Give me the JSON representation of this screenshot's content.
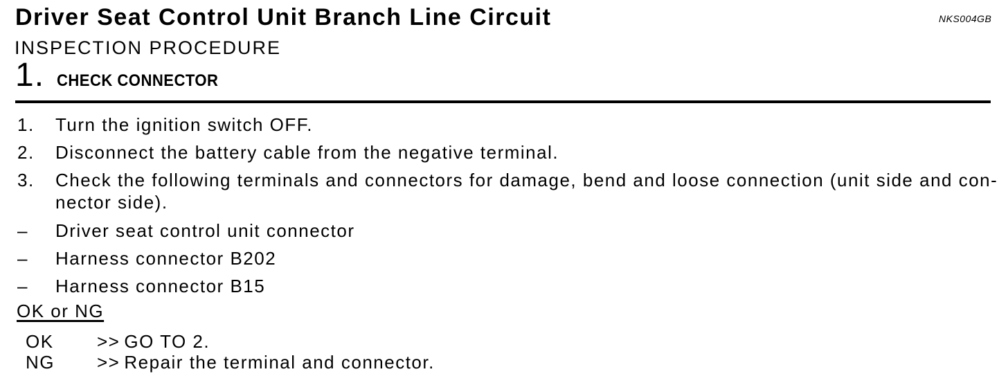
{
  "page": {
    "title": "Driver Seat Control Unit Branch Line Circuit",
    "code": "NKS004GB",
    "subtitle": "INSPECTION PROCEDURE",
    "step_heading": {
      "number": "1.",
      "label": "CHECK CONNECTOR"
    }
  },
  "procedure": {
    "steps": [
      {
        "marker": "1.",
        "lines": [
          "Turn the ignition switch OFF."
        ]
      },
      {
        "marker": "2.",
        "lines": [
          "Disconnect the battery cable from the negative terminal."
        ]
      },
      {
        "marker": "3.",
        "lines": [
          "Check the following terminals and connectors for damage, bend and loose connection (unit side and con-",
          "nector side)."
        ]
      }
    ],
    "bullets": [
      {
        "marker": "–",
        "text": "Driver seat control unit connector"
      },
      {
        "marker": "–",
        "text": "Harness connector B202"
      },
      {
        "marker": "–",
        "text": "Harness connector B15"
      }
    ],
    "result_heading": "OK or NG",
    "results": [
      {
        "label": "OK",
        "arrow": ">>",
        "text": "GO TO 2."
      },
      {
        "label": "NG",
        "arrow": ">>",
        "text": "Repair the terminal and connector."
      }
    ]
  },
  "colors": {
    "text": "#000000",
    "background": "#ffffff",
    "rule": "#000000"
  }
}
